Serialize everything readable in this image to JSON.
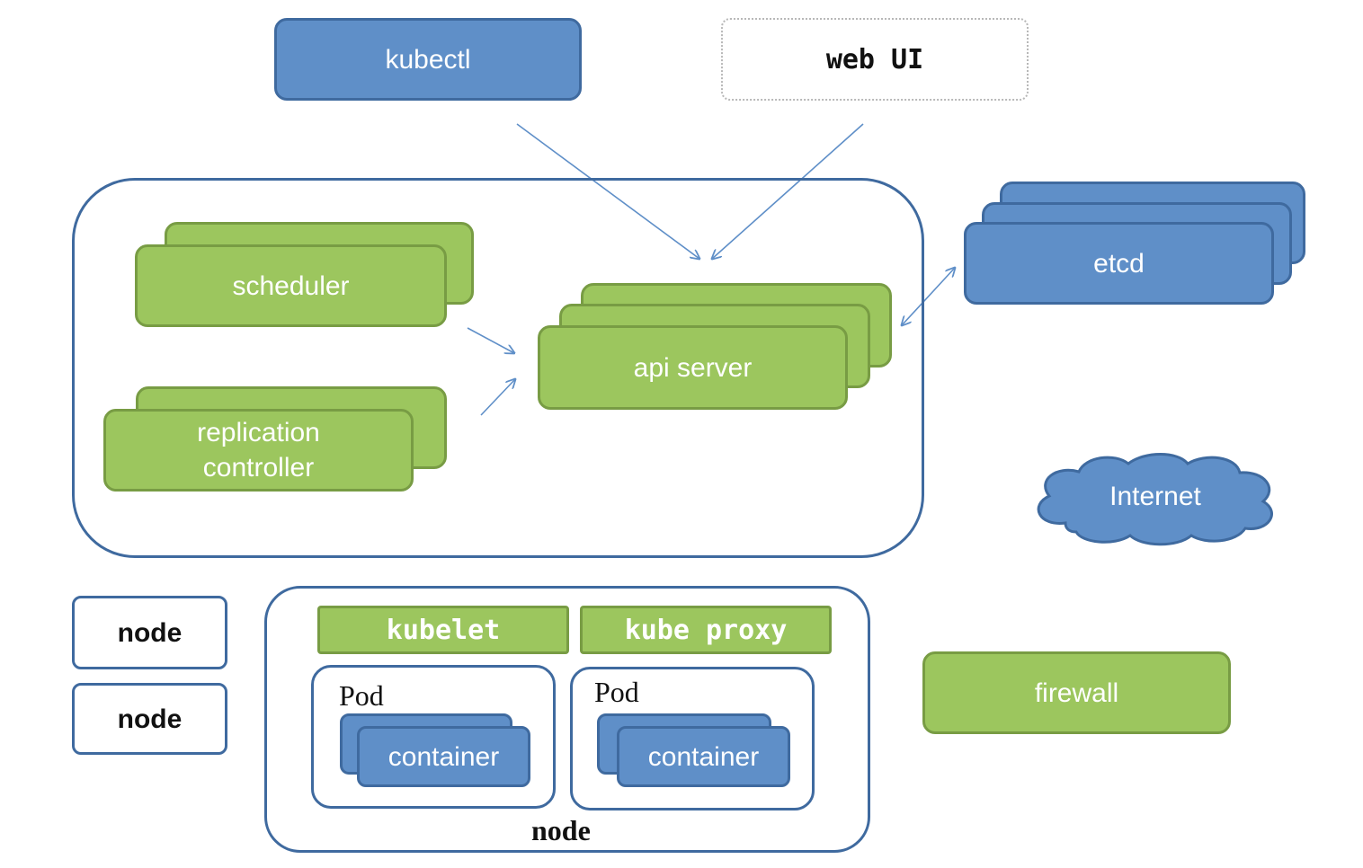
{
  "clients": {
    "kubectl": "kubectl",
    "web_ui": "web UI"
  },
  "master": {
    "scheduler": "scheduler",
    "replication_controller_line1": "replication",
    "replication_controller_line2": "controller",
    "api_server": "api server"
  },
  "etcd": "etcd",
  "internet": "Internet",
  "firewall": "firewall",
  "nodes": {
    "node_1": "node",
    "node_2": "node",
    "worker": {
      "kubelet": "kubelet",
      "kube_proxy": "kube proxy",
      "pod_1_label": "Pod",
      "pod_1_container": "container",
      "pod_2_label": "Pod",
      "pod_2_container": "container",
      "node_label": "node"
    }
  },
  "colors": {
    "blue_fill": "#5f8fc8",
    "blue_border": "#3f6a9f",
    "green_fill": "#9cc65e",
    "green_border": "#789c44"
  }
}
